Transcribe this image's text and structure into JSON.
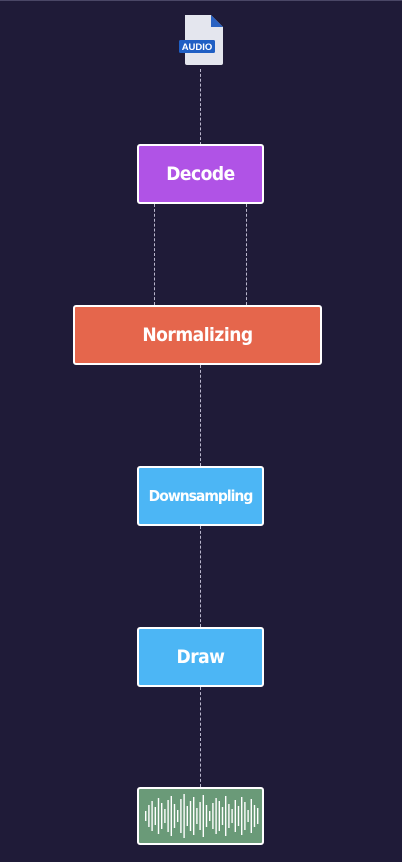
{
  "diagram": {
    "source_icon": {
      "name": "audio-file-icon",
      "label": "AUDIO",
      "badge_color": "#1f5fc4",
      "page_color": "#e4e6ee"
    },
    "steps": [
      {
        "id": "decode",
        "label": "Decode",
        "color": "#b053e6"
      },
      {
        "id": "normalizing",
        "label": "Normalizing",
        "color": "#e5664c"
      },
      {
        "id": "downsampling",
        "label": "Downsampling",
        "color": "#4cb6f5"
      },
      {
        "id": "draw",
        "label": "Draw",
        "color": "#4cb6f5"
      }
    ],
    "output": {
      "name": "waveform-icon",
      "color": "#6a9a78",
      "bar_color": "#ffffff"
    },
    "connector_color": "#b9b6cc",
    "background": "#1f1b38"
  }
}
